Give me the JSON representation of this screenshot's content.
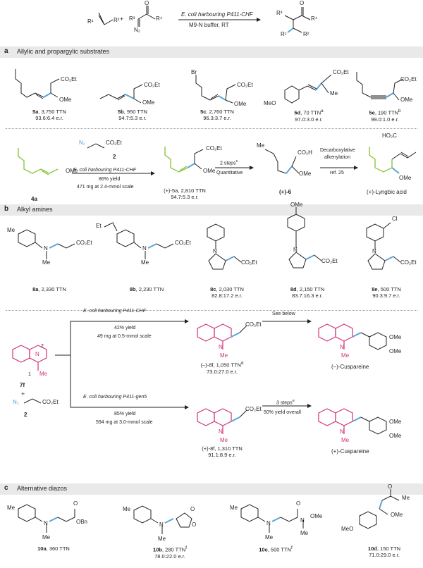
{
  "top_scheme": {
    "reactant1": [
      "R¹",
      "R²"
    ],
    "plus": "+",
    "reactant2": [
      "R³",
      "N₂",
      "R⁴",
      "O"
    ],
    "conditions_above": "E. coli harbouring P411-CHF",
    "conditions_below": "M9-N buffer, RT",
    "product": [
      "R³",
      "R⁴",
      "R¹",
      "R²",
      "O"
    ]
  },
  "sections": {
    "a": {
      "letter": "a",
      "title": "Allylic and propargylic substrates"
    },
    "b": {
      "letter": "b",
      "title": "Alkyl amines"
    },
    "c": {
      "letter": "c",
      "title": "Alternative diazos"
    }
  },
  "allylic": [
    {
      "id": "5a",
      "ttn": "3,750 TTN",
      "sup": "",
      "er": "93.6:6.4 e.r."
    },
    {
      "id": "5b",
      "ttn": "950 TTN",
      "sup": "",
      "er": "94.7:5.3 e.r."
    },
    {
      "id": "5c",
      "ttn": "2,760 TTN",
      "sup": "",
      "er": "96.3:3.7 e.r."
    },
    {
      "id": "5d",
      "ttn": "70 TTN",
      "sup": "a",
      "er": "97.0:3.0 e.r."
    },
    {
      "id": "5e",
      "ttn": "190 TTN",
      "sup": "b",
      "er": "99.0:1.0 e.r."
    }
  ],
  "allylic_labels": {
    "co2et": "CO₂Et",
    "ome": "OMe",
    "me": "Me",
    "br": "Br",
    "meo": "MeO"
  },
  "lyngbic": {
    "start_label": "4a",
    "start_ome": "OMe",
    "reagent_n2": "N₂",
    "reagent_co2et": "CO₂Et",
    "reagent_label": "2",
    "cond1": "E. coli harbouring P411-CHF",
    "cond2": "86% yield",
    "cond3": "471 mg at 2.4-mmol scale",
    "product_label": "(+)-5a, 2,810 TTN",
    "product_er": "94.7:5.3 e.r.",
    "step2_top": "2 steps",
    "step2_sup": "c",
    "step2_bottom": "Quantitative",
    "acid_label": "(+)-6",
    "acid_co2h": "CO₂H",
    "acid_ome": "OMe",
    "step3_top1": "Decarboxylative",
    "step3_top2": "alkenylation",
    "step3_bottom": "ref. 25",
    "final_ho2c": "HO₂C",
    "final_ome": "OMe",
    "final_label": "(+)-Lyngbic acid",
    "me": "Me"
  },
  "amines": [
    {
      "id": "8a",
      "ttn": "2,330 TTN",
      "er": ""
    },
    {
      "id": "8b",
      "ttn": "2,230 TTN",
      "er": ""
    },
    {
      "id": "8c",
      "ttn": "2,030 TTN",
      "er": "82.8:17.2 e.r."
    },
    {
      "id": "8d",
      "ttn": "2,150 TTN",
      "er": "83.7:16.3 e.r."
    },
    {
      "id": "8e",
      "ttn": "500 TTN",
      "er": "90.3:9.7 e.r."
    }
  ],
  "amine_labels": {
    "me": "Me",
    "et": "Et",
    "n": "N",
    "co2et": "CO₂Et",
    "ome": "OMe",
    "cl": "Cl"
  },
  "cuspareine": {
    "sm_label": "7f",
    "sm_n": "N",
    "sm_me": "Me",
    "sm_1": "1",
    "sm_2": "2",
    "plus": "+",
    "reagent_n2": "N₂",
    "reagent_co2et": "CO₂Et",
    "reagent_label": "2",
    "upper_cond1": "E. coli harbouring P411-CHF",
    "upper_cond2": "42% yield",
    "upper_cond3": "49 mg at 0.5-mmol scale",
    "upper_product": "(–)-8f, 1,050 TTN",
    "upper_product_sup": "d",
    "upper_er": "73.0:27.0 e.r.",
    "upper_step": "See below",
    "upper_final": "(–)-Cuspareine",
    "lower_cond1": "E. coli harbouring P411-gen5",
    "lower_cond2": "85% yield",
    "lower_cond3": "594 mg at 3.0-mmol scale",
    "lower_product": "(+)-8f, 1,310 TTN",
    "lower_er": "91.1:8.9 e.r.",
    "lower_step_top": "3 steps",
    "lower_step_sup": "e",
    "lower_step_bottom": "50% yield overall",
    "lower_final": "(+)-Cuspareine",
    "n": "N",
    "me": "Me",
    "ome": "OMe",
    "co2et": "CO₂Et"
  },
  "diazos": [
    {
      "id": "10a",
      "ttn": "360 TTN",
      "sup": "",
      "er": ""
    },
    {
      "id": "10b",
      "ttn": "280 TTN",
      "sup": "f",
      "er": "78.0:22.0 e.r."
    },
    {
      "id": "10c",
      "ttn": "500 TTN",
      "sup": "f",
      "er": ""
    },
    {
      "id": "10d",
      "ttn": "150 TTN",
      "sup": "",
      "er": "71.0:29.0 e.r."
    }
  ],
  "diazo_labels": {
    "me": "Me",
    "n": "N",
    "o": "O",
    "obn": "OBn",
    "ome": "OMe",
    "meo": "MeO"
  },
  "colors": {
    "blue": "#5aa5d6",
    "green": "#8cc63f",
    "pink": "#d0337a",
    "header_bg": "#e9e9e9"
  }
}
